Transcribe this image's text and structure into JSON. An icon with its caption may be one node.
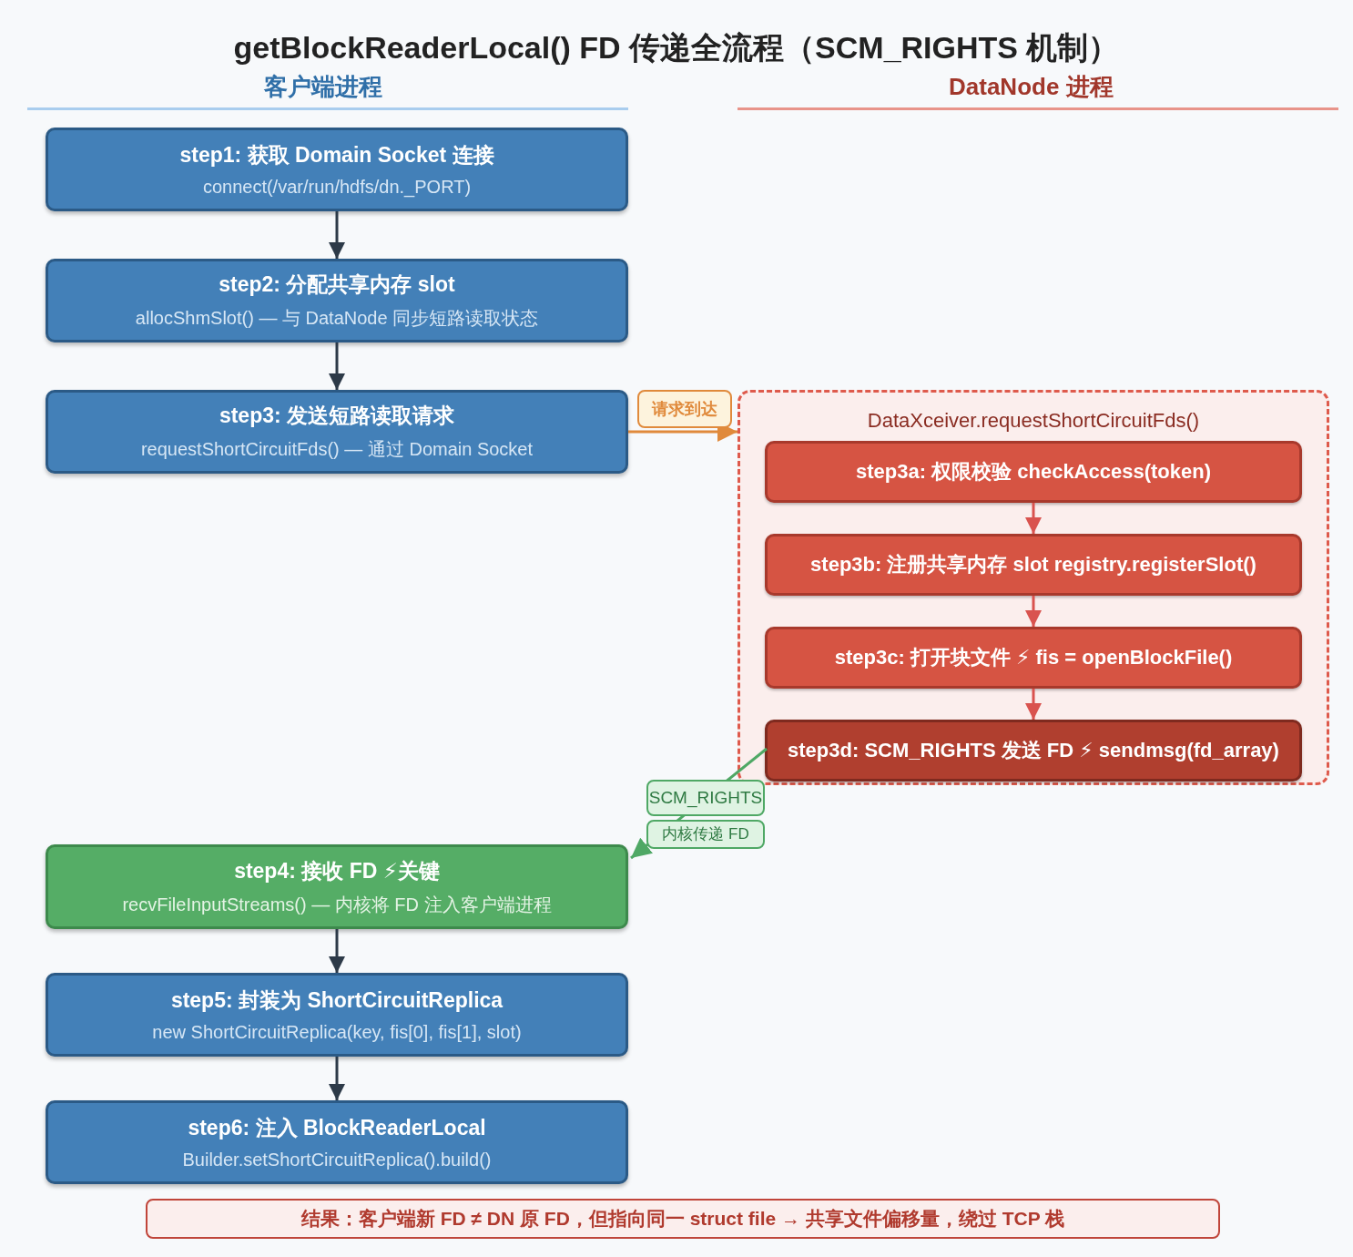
{
  "diagram": {
    "title": "getBlockReaderLocal() FD 传递全流程（SCM_RIGHTS 机制）",
    "nodes": [
      {
        "text": [
          "step1: 获取 Domain Socket 连接",
          "connect(/var/run/hdfs/dn._PORT)"
        ]
      },
      {
        "text": [
          "step2: 分配共享内存 slot",
          "allocShmSlot() — 与 DataNode 同步短路读取状态"
        ]
      },
      {
        "text": [
          "step3: 发送短路读取请求",
          "requestShortCircuitFds() — 通过 Domain Socket"
        ]
      },
      {
        "text": [
          "DataXceiver.requestShortCircuitFds()"
        ]
      },
      {
        "text": [
          "step3a: 权限校验 checkAccess(token)"
        ],
        "in": 3
      },
      {
        "text": [
          "step3b: 注册共享内存 slot registry.registerSlot()"
        ],
        "in": 3
      },
      {
        "text": [
          "step3c: 打开块文件 ⚡ fis = openBlockFile()"
        ],
        "in": 3
      },
      {
        "text": [
          "step3d: SCM_RIGHTS 发送 FD ⚡ sendmsg(fd_array)"
        ],
        "in": 3
      },
      {
        "text": [
          "step4: 接收 FD ⚡关键",
          "recvFileInputStreams() — 内核将 FD 注入客户端进程"
        ]
      },
      {
        "text": [
          "step5: 封装为 ShortCircuitReplica",
          "new ShortCircuitReplica(key, fis[0], fis[1], slot)"
        ]
      },
      {
        "text": [
          "step6: 注入 BlockReaderLocal",
          "Builder.setShortCircuitReplica().build()"
        ]
      },
      {
        "text": [
          "结果：客户端新 FD ≠ DN 原 FD，但指向同一 struct file → 共享文件偏移量，绕过 TCP 栈"
        ]
      }
    ],
    "edges": [
      {
        "from": 0,
        "to": 1,
        "arrow": "to"
      },
      {
        "from": 1,
        "to": 2,
        "arrow": "to"
      },
      {
        "from": 2,
        "to": 3,
        "arrow": "to",
        "label": "请求到达",
        "color": "#e08a3c"
      },
      {
        "from": 4,
        "to": 5,
        "arrow": "to",
        "color": "#d9534f"
      },
      {
        "from": 5,
        "to": 6,
        "arrow": "to",
        "color": "#d9534f"
      },
      {
        "from": 6,
        "to": 7,
        "arrow": "to",
        "color": "#d9534f"
      },
      {
        "from": 7,
        "to": 8,
        "arrow": "to",
        "label": "SCM_RIGHTS",
        "color": "#4fa865"
      },
      {
        "from": 8,
        "to": 9,
        "arrow": "to"
      },
      {
        "from": 9,
        "to": 10,
        "arrow": "to"
      }
    ],
    "labels": [
      "客户端进程",
      "DataNode 进程",
      "内核传递 FD"
    ]
  }
}
